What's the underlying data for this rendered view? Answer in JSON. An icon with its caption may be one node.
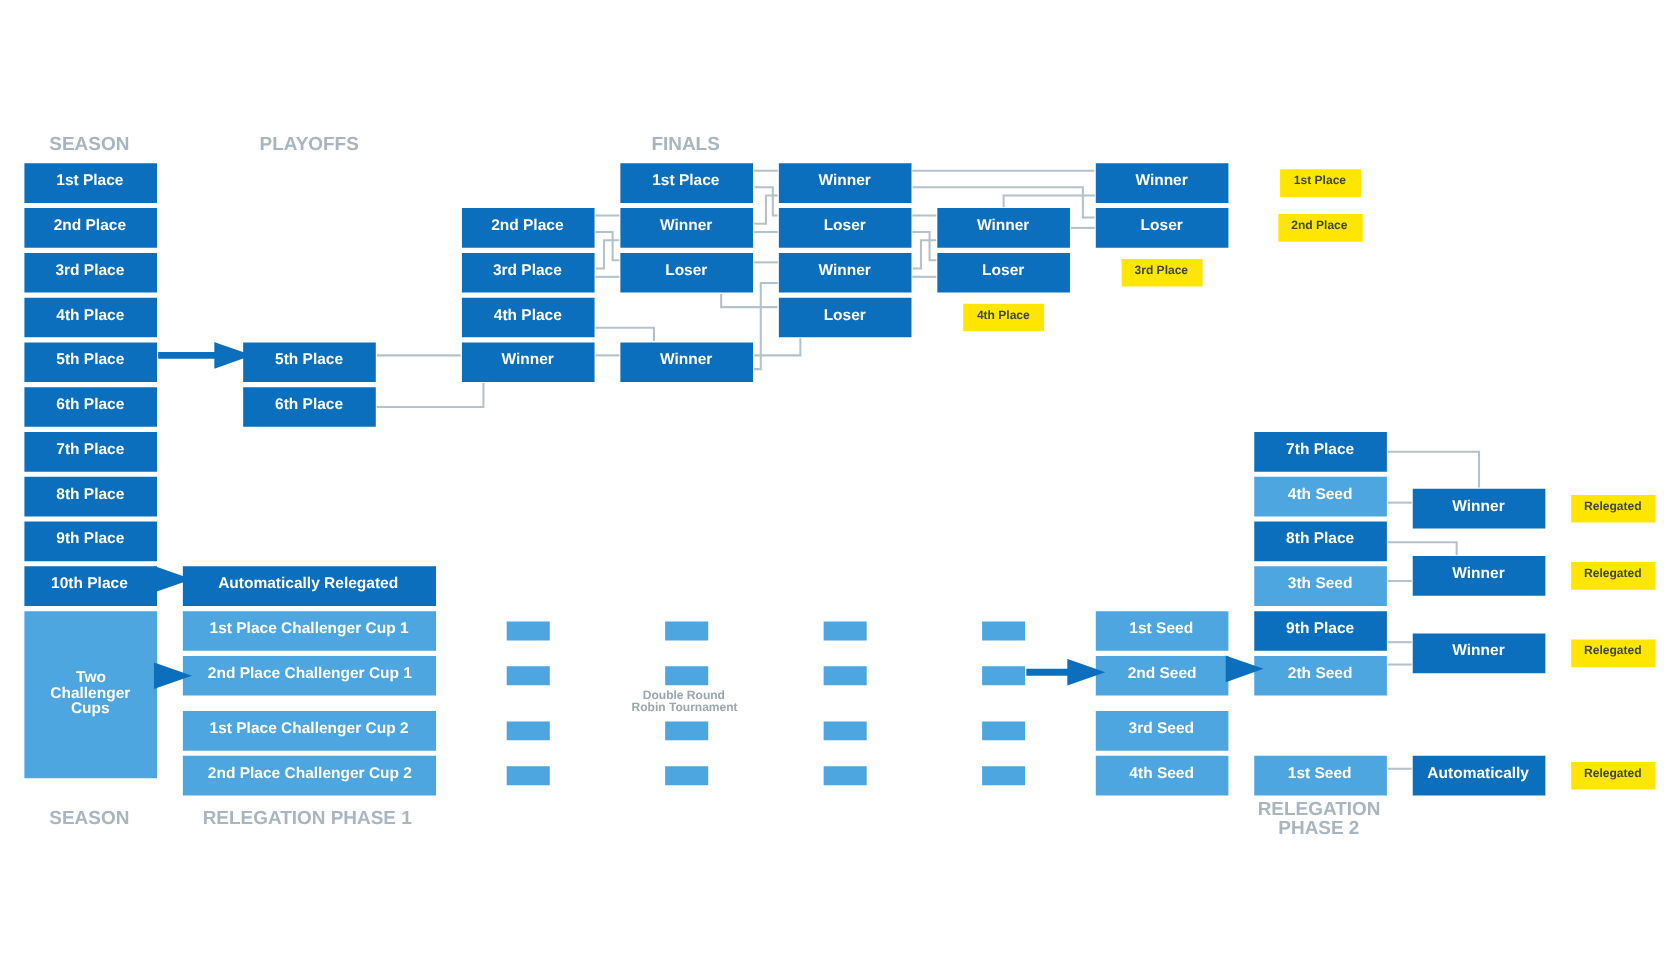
{
  "diagram": {
    "nodes": [
      {
        "text": [
          "1st Place"
        ]
      },
      {
        "text": [
          "2nd Place"
        ]
      },
      {
        "text": [
          "3rd Place"
        ]
      },
      {
        "text": [
          "4th Place"
        ]
      },
      {
        "text": [
          "5th Place"
        ]
      },
      {
        "text": [
          "6th Place"
        ]
      },
      {
        "text": [
          "5th Place"
        ]
      },
      {
        "text": [
          "6th Place"
        ]
      },
      {
        "text": [
          "2nd Place"
        ]
      },
      {
        "text": [
          "3rd Place"
        ]
      },
      {
        "text": [
          "4th Place"
        ]
      },
      {
        "text": [
          "Winner"
        ]
      },
      {
        "text": [
          "1st Place"
        ]
      },
      {
        "text": [
          "Winner"
        ]
      },
      {
        "text": [
          "Loser"
        ]
      },
      {
        "text": [
          "Winner"
        ]
      },
      {
        "text": [
          "Winner"
        ]
      },
      {
        "text": [
          "Loser"
        ]
      },
      {
        "text": [
          "Winner"
        ]
      },
      {
        "text": [
          "Loser"
        ]
      },
      {
        "text": [
          "4th Place"
        ]
      },
      {
        "text": [
          "Winner"
        ]
      },
      {
        "text": [
          "Loser"
        ]
      },
      {
        "text": [
          "3rd Place"
        ]
      },
      {
        "text": [
          "Winner"
        ]
      },
      {
        "text": [
          "1st Place"
        ]
      },
      {
        "text": [
          "Loser"
        ]
      },
      {
        "text": [
          "2nd Place"
        ]
      },
      {
        "text": [
          "7th Place"
        ]
      },
      {
        "text": [
          "8th Place"
        ]
      },
      {
        "text": [
          "9th Place"
        ]
      },
      {
        "text": [
          "10th Place"
        ]
      },
      {
        "text": [
          "Two Challenger Cups"
        ]
      },
      {
        "text": [
          "Automatically Relegated"
        ]
      },
      {
        "text": [
          "1st Place Challenger Cup 1"
        ]
      },
      {
        "text": [
          "2nd Place Challenger Cup 1"
        ]
      },
      {
        "text": [
          "1st Place Challenger Cup 2"
        ]
      },
      {
        "text": [
          "2nd Place Challenger Cup 2"
        ]
      },
      {
        "text": [],
        "shape": "box"
      },
      {
        "text": [],
        "shape": "box"
      },
      {
        "text": [],
        "shape": "box"
      },
      {
        "text": [],
        "shape": "box"
      },
      {
        "text": [],
        "shape": "box"
      },
      {
        "text": [],
        "shape": "box"
      },
      {
        "text": [],
        "shape": "box"
      },
      {
        "text": [],
        "shape": "box"
      },
      {
        "text": [],
        "shape": "box"
      },
      {
        "text": [],
        "shape": "box"
      },
      {
        "text": [],
        "shape": "box"
      },
      {
        "text": [],
        "shape": "box"
      },
      {
        "text": [],
        "shape": "box"
      },
      {
        "text": [],
        "shape": "box"
      },
      {
        "text": [],
        "shape": "box"
      },
      {
        "text": [],
        "shape": "box"
      },
      {
        "text": [
          "1st Seed"
        ]
      },
      {
        "text": [
          "2nd Seed"
        ]
      },
      {
        "text": [
          "3rd Seed"
        ]
      },
      {
        "text": [
          "4th Seed"
        ]
      },
      {
        "text": [
          "7th Place"
        ]
      },
      {
        "text": [
          "4th Seed"
        ]
      },
      {
        "text": [
          "Winner"
        ]
      },
      {
        "text": [
          "Relegated"
        ]
      },
      {
        "text": [
          "8th Place"
        ]
      },
      {
        "text": [
          "3th Seed"
        ]
      },
      {
        "text": [
          "Winner"
        ]
      },
      {
        "text": [
          "Relegated"
        ]
      },
      {
        "text": [
          "9th Place"
        ]
      },
      {
        "text": [
          "2th Seed"
        ]
      },
      {
        "text": [
          "Winner"
        ]
      },
      {
        "text": [
          "Relegated"
        ]
      },
      {
        "text": [
          "1st Seed"
        ]
      },
      {
        "text": [
          "Automatically"
        ]
      },
      {
        "text": [
          "Relegated"
        ]
      }
    ],
    "edges": [
      {
        "from": 4,
        "to": 6,
        "arrow": "to",
        "style": "thick",
        "color": "#0b6fbe"
      },
      {
        "from": 6,
        "to": 11,
        "arrow": "none"
      },
      {
        "from": 7,
        "to": 11,
        "arrow": "none"
      },
      {
        "from": 8,
        "to": 13,
        "arrow": "none"
      },
      {
        "from": 8,
        "to": 14,
        "arrow": "none"
      },
      {
        "from": 9,
        "to": 13,
        "arrow": "none"
      },
      {
        "from": 9,
        "to": 14,
        "arrow": "none"
      },
      {
        "from": 10,
        "to": 15,
        "arrow": "none"
      },
      {
        "from": 11,
        "to": 15,
        "arrow": "none"
      },
      {
        "from": 12,
        "to": 16,
        "arrow": "none"
      },
      {
        "from": 12,
        "to": 17,
        "arrow": "none"
      },
      {
        "from": 13,
        "to": 16,
        "arrow": "none"
      },
      {
        "from": 13,
        "to": 17,
        "arrow": "none"
      },
      {
        "from": 14,
        "to": 18,
        "arrow": "none"
      },
      {
        "from": 14,
        "to": 19,
        "arrow": "none"
      },
      {
        "from": 15,
        "to": 18,
        "arrow": "none"
      },
      {
        "from": 15,
        "to": 19,
        "arrow": "none"
      },
      {
        "from": 17,
        "to": 21,
        "arrow": "none"
      },
      {
        "from": 17,
        "to": 22,
        "arrow": "none"
      },
      {
        "from": 18,
        "to": 21,
        "arrow": "none"
      },
      {
        "from": 18,
        "to": 22,
        "arrow": "none"
      },
      {
        "from": 16,
        "to": 24,
        "arrow": "none"
      },
      {
        "from": 16,
        "to": 26,
        "arrow": "none"
      },
      {
        "from": 21,
        "to": 24,
        "arrow": "none"
      },
      {
        "from": 21,
        "to": 26,
        "arrow": "none"
      },
      {
        "from": 31,
        "to": 33,
        "arrow": "to",
        "style": "thick",
        "color": "#0b6fbe"
      },
      {
        "from": 32,
        "to": 35,
        "arrow": "to",
        "style": "thick",
        "color": "#0b6fbe"
      },
      {
        "from": 45,
        "to": 55,
        "arrow": "to",
        "style": "thick",
        "color": "#0b6fbe"
      },
      {
        "from": 55,
        "to": 67,
        "arrow": "to",
        "style": "thick",
        "color": "#0b6fbe"
      },
      {
        "from": 58,
        "to": 60,
        "arrow": "none"
      },
      {
        "from": 59,
        "to": 60,
        "arrow": "none"
      },
      {
        "from": 62,
        "to": 64,
        "arrow": "none"
      },
      {
        "from": 63,
        "to": 64,
        "arrow": "none"
      },
      {
        "from": 66,
        "to": 68,
        "arrow": "none"
      },
      {
        "from": 67,
        "to": 68,
        "arrow": "none"
      },
      {
        "from": 70,
        "to": 71,
        "arrow": "none"
      }
    ],
    "labels": [
      "SEASON",
      "PLAYOFFS",
      "FINALS",
      "Double Round Robin Tournament",
      "SEASON",
      "RELEGATION PHASE 1",
      "RELEGATION PHASE 2"
    ]
  }
}
